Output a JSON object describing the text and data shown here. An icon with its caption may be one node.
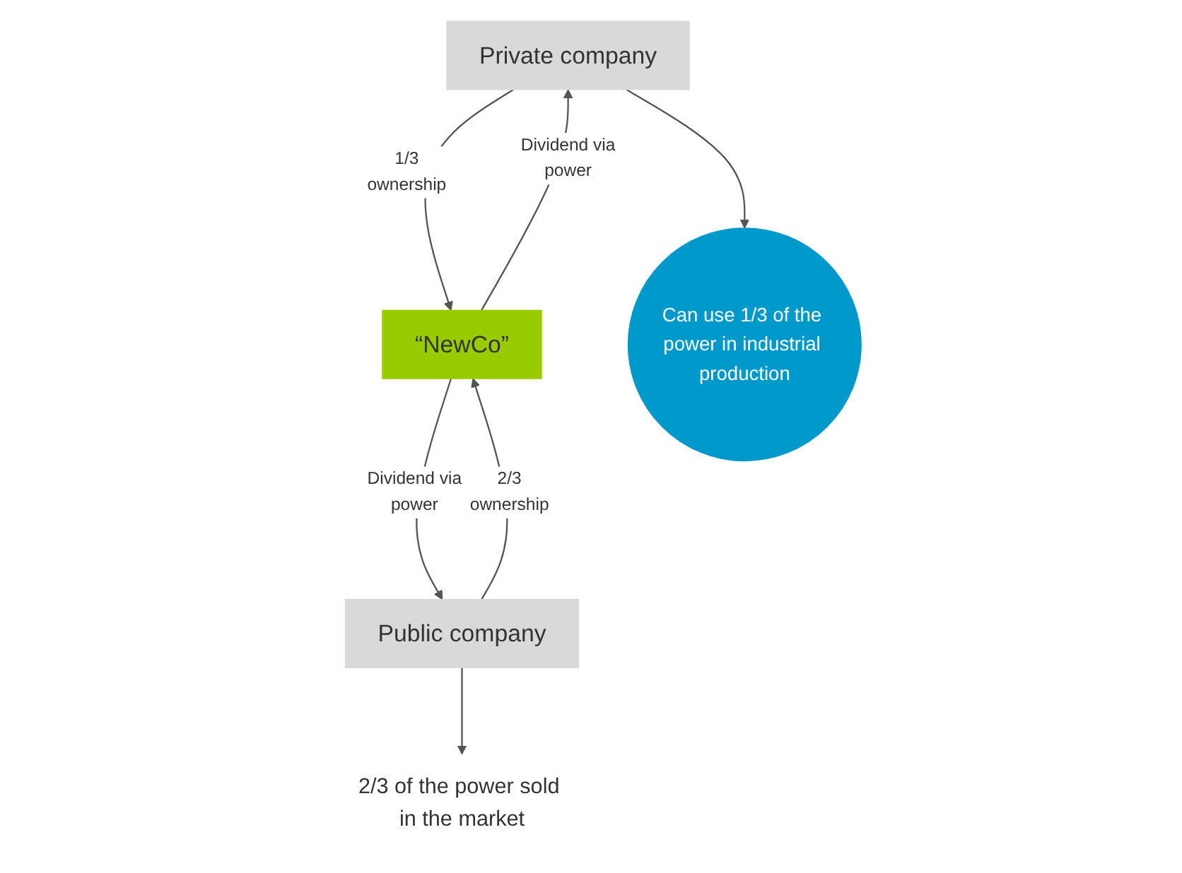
{
  "diagram": {
    "nodes": [
      {
        "text": [
          "Private company"
        ]
      },
      {
        "text": [
          "Public company"
        ]
      },
      {
        "text": [
          "“NewCo”"
        ]
      },
      {
        "text": [
          "Can use 1/3 of the power in industrial production"
        ]
      },
      {
        "text": [
          "2/3 of the power sold in the market"
        ]
      }
    ],
    "edges": [
      {
        "from": 0,
        "to": 2,
        "arrow": "to",
        "label": "1/3 ownership"
      },
      {
        "from": 1,
        "to": 2,
        "arrow": "to",
        "label": "2/3 ownership"
      },
      {
        "from": 2,
        "to": 0,
        "arrow": "to",
        "label": "Dividend via power"
      },
      {
        "from": 2,
        "to": 1,
        "arrow": "to",
        "label": "Dividend via power"
      },
      {
        "from": 0,
        "to": 3,
        "arrow": "to"
      },
      {
        "from": 1,
        "to": 4,
        "arrow": "to"
      }
    ]
  }
}
